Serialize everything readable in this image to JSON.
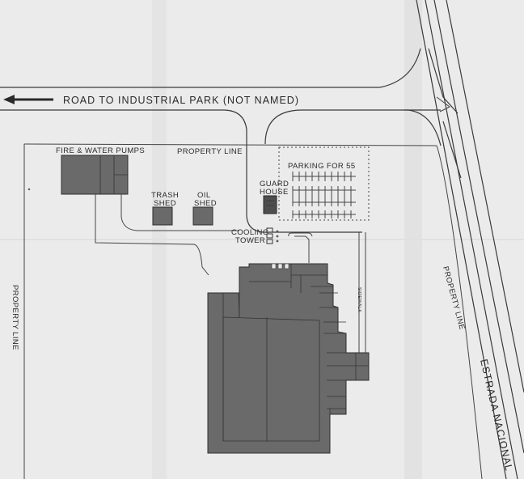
{
  "labels": {
    "road": "ROAD TO INDUSTRIAL PARK (NOT NAMED)",
    "pumps": "FIRE & WATER PUMPS",
    "property_line_top": "PROPERTY LINE",
    "property_line_left": "PROPERTY LINE",
    "property_line_right": "PROPERTY LINE",
    "parking": "PARKING FOR 55",
    "guard_1": "GUARD",
    "guard_2": "HOUSE",
    "trash_1": "TRASH",
    "trash_2": "SHED",
    "oil_1": "OIL",
    "oil_2": "SHED",
    "cooling_1": "COOLING",
    "cooling_2": "TOWER",
    "sidewalk": "SIDEWALK",
    "estrada": "ESTRADA NACIONAL"
  },
  "colors": {
    "paper": "#e9e9e9",
    "building": "#6a6a6a",
    "line": "#3a3a3a"
  }
}
